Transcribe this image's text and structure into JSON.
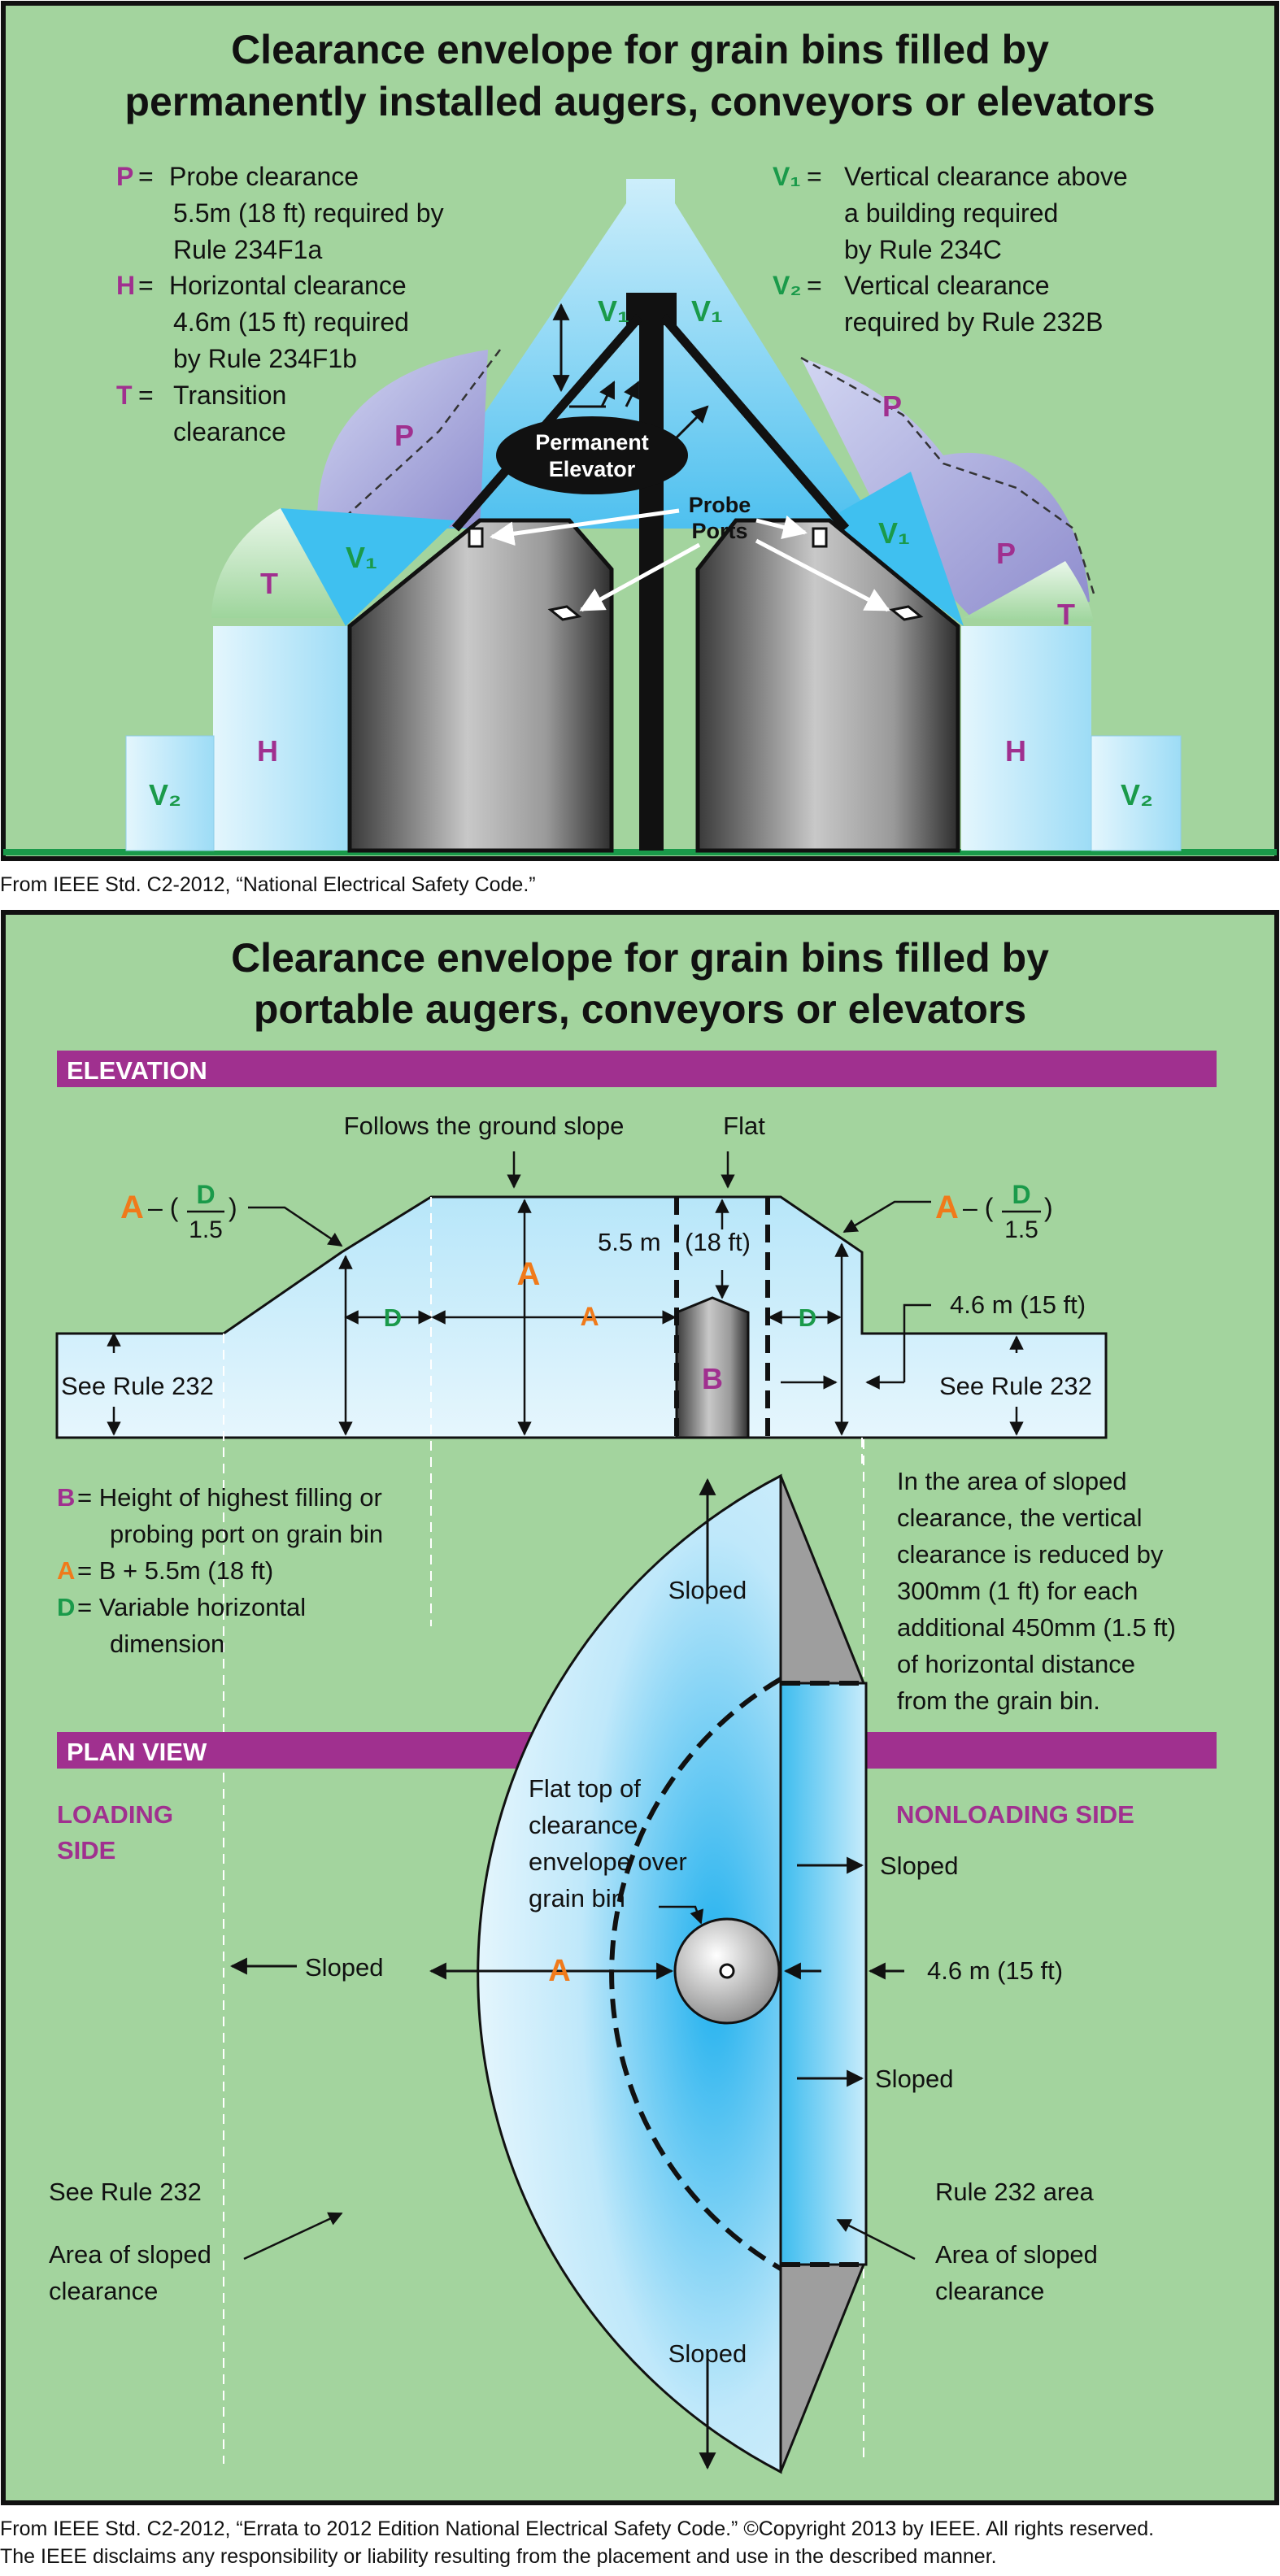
{
  "top_panel": {
    "title_line1": "Clearance envelope for grain bins filled by",
    "title_line2": "permanently installed augers, conveyors or elevators",
    "legend_left": [
      {
        "key": "P",
        "line1": "Probe clearance",
        "line2": "5.5m (18 ft) required by",
        "line3": "Rule 234F1a"
      },
      {
        "key": "H",
        "line1": "Horizontal clearance",
        "line2": "4.6m (15 ft) required",
        "line3": "by Rule 234F1b"
      },
      {
        "key": "T",
        "line1": "Transition",
        "line2": "clearance"
      }
    ],
    "legend_right": [
      {
        "key": "V₁",
        "line1": "Vertical clearance above",
        "line2": "a building required",
        "line3": "by Rule 234C"
      },
      {
        "key": "V₂",
        "line1": "Vertical clearance",
        "line2": "required by Rule 232B"
      }
    ],
    "region_labels": {
      "P": "P",
      "T": "T",
      "H": "H",
      "V1": "V₁",
      "V2": "V₂"
    },
    "elevator_label_line1": "Permanent",
    "elevator_label_line2": "Elevator",
    "probe_label_line1": "Probe",
    "probe_label_line2": "Ports"
  },
  "caption_top": "From IEEE Std. C2-2012, “National Electrical Safety Code.”",
  "bottom_panel": {
    "title_line1": "Clearance envelope for grain bins filled by",
    "title_line2": "portable augers, conveyors or elevators",
    "elevation_header": "ELEVATION",
    "plan_header": "PLAN VIEW",
    "elevation": {
      "ground_slope": "Follows the ground slope",
      "flat": "Flat",
      "formula_A": "A",
      "formula_dash": "– (",
      "formula_D": "D",
      "formula_den": "1.5",
      "formula_close": ")",
      "dim_5_5": "5.5 m",
      "dim_18ft": "(18 ft)",
      "dim_4_6": "4.6 m (15 ft)",
      "see_rule_232": "See Rule 232",
      "label_A": "A",
      "label_B": "B",
      "label_D": "D"
    },
    "legend": [
      {
        "key": "B",
        "line1": "= Height of highest filling or",
        "line2": "probing port on grain bin"
      },
      {
        "key": "A",
        "line1": "= B + 5.5m (18 ft)"
      },
      {
        "key": "D",
        "line1": "= Variable horizontal",
        "line2": "dimension"
      }
    ],
    "note_lines": [
      "In the area of sloped",
      "clearance, the vertical",
      "clearance is reduced by",
      "300mm (1 ft) for each",
      "additional 450mm (1.5 ft)",
      "of horizontal distance",
      "from the grain bin."
    ],
    "plan": {
      "loading_side_line1": "LOADING",
      "loading_side_line2": "SIDE",
      "nonloading_side": "NONLOADING SIDE",
      "sloped": "Sloped",
      "flat_top_lines": [
        "Flat top of",
        "clearance",
        "envelope over",
        "grain bin"
      ],
      "label_A": "A",
      "dim_4_6": "4.6 m (15 ft)",
      "see_rule_232": "See Rule 232",
      "rule_232_area": "Rule 232 area",
      "area_sloped_line1": "Area of sloped",
      "area_sloped_line2": "clearance"
    }
  },
  "caption_bottom_line1": "From IEEE Std. C2-2012, “Errata to 2012 Edition National Electrical Safety Code.” ©Copyright 2013 by IEEE.  All rights reserved.",
  "caption_bottom_line2": "The IEEE disclaims any responsibility or liability resulting from the placement and use in the described manner.",
  "colors": {
    "panel_green": "#a3d49e",
    "purple_header": "#a0308f",
    "label_purple": "#a0308f",
    "label_green": "#1a9a4a",
    "label_orange": "#f07a1a",
    "sky_blue": "#4fc3f0",
    "bin_gray": "#7a7a7a",
    "lavender": "#a6a6d8"
  }
}
